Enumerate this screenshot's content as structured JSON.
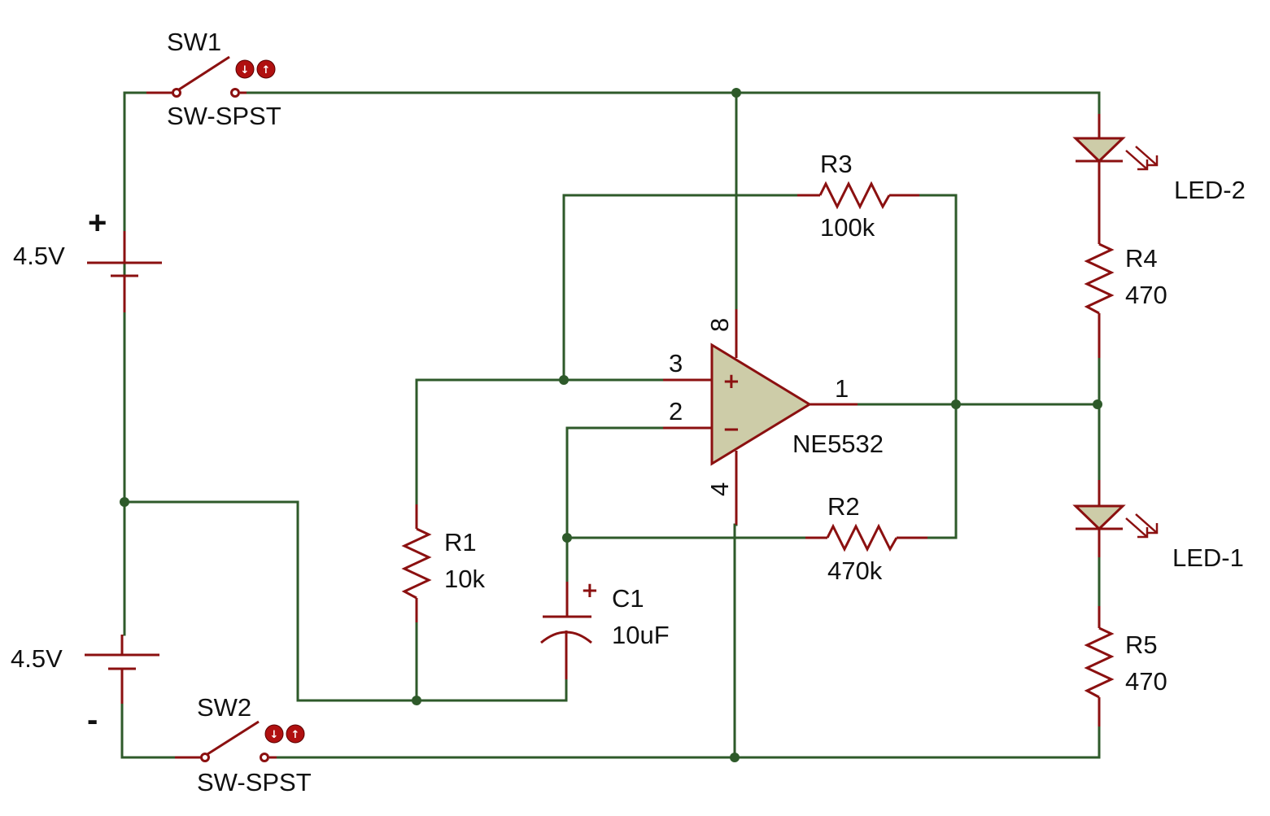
{
  "battery_top": {
    "polarity": "+",
    "voltage": "4.5V"
  },
  "battery_bottom": {
    "polarity": "-",
    "voltage": "4.5V"
  },
  "sw1": {
    "ref": "SW1",
    "type": "SW-SPST",
    "btn_down": "↓",
    "btn_up": "↑"
  },
  "sw2": {
    "ref": "SW2",
    "type": "SW-SPST",
    "btn_down": "↓",
    "btn_up": "↑"
  },
  "r1": {
    "ref": "R1",
    "value": "10k"
  },
  "r2": {
    "ref": "R2",
    "value": "470k"
  },
  "r3": {
    "ref": "R3",
    "value": "100k"
  },
  "r4": {
    "ref": "R4",
    "value": "470"
  },
  "r5": {
    "ref": "R5",
    "value": "470"
  },
  "c1": {
    "ref": "C1",
    "value": "10uF",
    "polarity": "+"
  },
  "opamp": {
    "part": "NE5532",
    "plus": "+",
    "minus": "−",
    "pins": {
      "noninv": "3",
      "inv": "2",
      "out": "1",
      "vcc": "8",
      "vee": "4"
    }
  },
  "led1": {
    "ref": "LED-1"
  },
  "led2": {
    "ref": "LED-2"
  },
  "colors": {
    "wire": "#2e5a2a",
    "component": "#8b1010",
    "opamp_body": "#cdcca8"
  }
}
